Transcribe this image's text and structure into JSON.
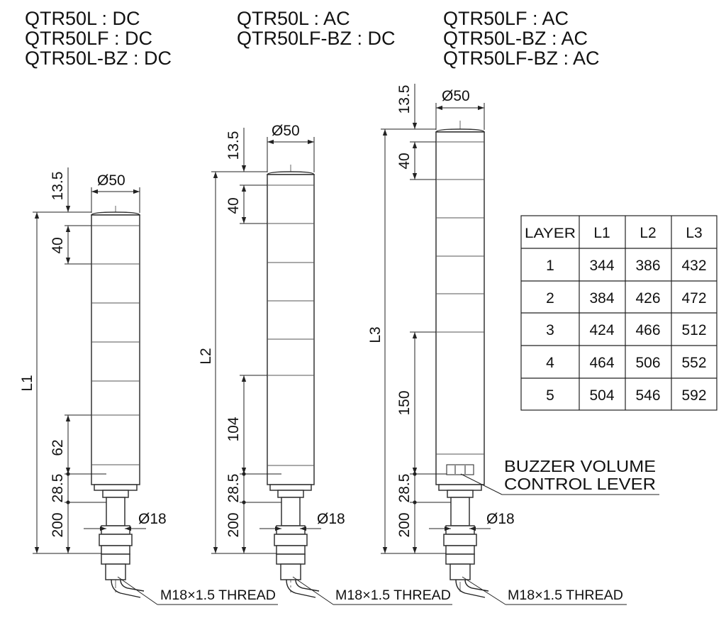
{
  "header_groups": [
    [
      "QTR50L : DC",
      "QTR50LF : DC",
      "QTR50L-BZ : DC"
    ],
    [
      "QTR50L : AC",
      "QTR50LF-BZ : DC"
    ],
    [
      "QTR50LF : AC",
      "QTR50L-BZ : AC",
      "QTR50LF-BZ : AC"
    ]
  ],
  "dims": {
    "diameter_top": "Ø50",
    "diameter_base": "Ø18",
    "cap": "13.5",
    "tier": "40",
    "v200": "200",
    "v28_5": "28.5",
    "v62": "62",
    "v104": "104",
    "v150": "150",
    "L1": "L1",
    "L2": "L2",
    "L3": "L3"
  },
  "thread_label": "M18×1.5 THREAD",
  "buzzer_label": [
    "BUZZER VOLUME",
    "CONTROL LEVER"
  ],
  "table": {
    "headers": [
      "LAYER",
      "L1",
      "L2",
      "L3"
    ],
    "rows": [
      [
        "1",
        "344",
        "386",
        "432"
      ],
      [
        "2",
        "384",
        "426",
        "472"
      ],
      [
        "3",
        "424",
        "466",
        "512"
      ],
      [
        "4",
        "464",
        "506",
        "552"
      ],
      [
        "5",
        "504",
        "546",
        "592"
      ]
    ]
  }
}
